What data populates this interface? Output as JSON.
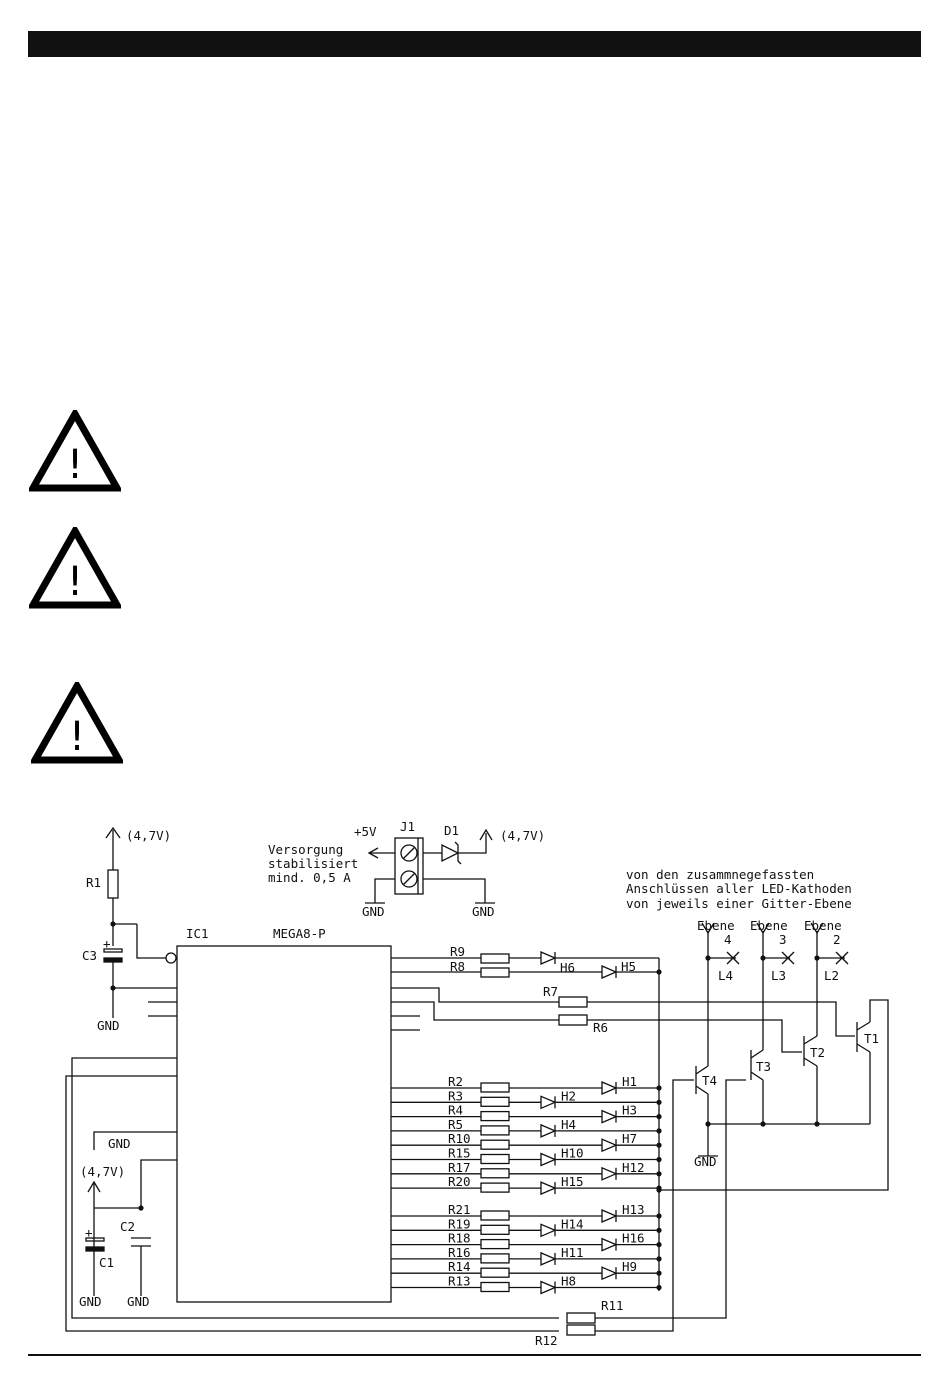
{
  "warnings": [
    {
      "icon": "warning-triangle-icon",
      "glyph": "!"
    },
    {
      "icon": "warning-triangle-icon",
      "glyph": "!"
    },
    {
      "icon": "warning-triangle-icon",
      "glyph": "!"
    }
  ],
  "schematic": {
    "supply_left": "(4,7V)",
    "supply_right": "(4,7V)",
    "supply_bottom": "(4,7V)",
    "r1": "R1",
    "c3": "C3",
    "c1": "C1",
    "c2": "C2",
    "ic_ref": "IC1",
    "ic_part": "MEGA8-P",
    "j1": "J1",
    "d1": "D1",
    "plus5v": "+5V",
    "supply_note": [
      "Versorgung",
      "stabilisiert",
      "mind. 0,5 A"
    ],
    "gnd": "GND",
    "plus_sign": "+",
    "cathode_note": [
      "von den zusammnegefassten",
      "Anschlüssen aller LED-Kathoden",
      "von jeweils einer Gitter-Ebene"
    ],
    "ebene_word": "Ebene",
    "ebenes": [
      {
        "num": "4",
        "label": "L4"
      },
      {
        "num": "3",
        "label": "L3"
      },
      {
        "num": "2",
        "label": "L2"
      }
    ],
    "transistors": [
      "T1",
      "T2",
      "T3",
      "T4"
    ],
    "r7": "R7",
    "r6": "R6",
    "r11": "R11",
    "r12": "R12",
    "top_rows": [
      {
        "r": "R9",
        "h": "H6"
      },
      {
        "r": "R8",
        "h": "H5"
      }
    ],
    "group1": [
      {
        "r": "R2",
        "h": "H1"
      },
      {
        "r": "R3",
        "h": "H2"
      },
      {
        "r": "R4",
        "h": "H3"
      },
      {
        "r": "R5",
        "h": "H4"
      },
      {
        "r": "R10",
        "h": "H7"
      },
      {
        "r": "R15",
        "h": "H10"
      },
      {
        "r": "R17",
        "h": "H12"
      },
      {
        "r": "R20",
        "h": "H15"
      }
    ],
    "group2": [
      {
        "r": "R21",
        "h": "H13"
      },
      {
        "r": "R19",
        "h": "H14"
      },
      {
        "r": "R18",
        "h": "H16"
      },
      {
        "r": "R16",
        "h": "H11"
      },
      {
        "r": "R14",
        "h": "H9"
      },
      {
        "r": "R13",
        "h": "H8"
      }
    ]
  }
}
